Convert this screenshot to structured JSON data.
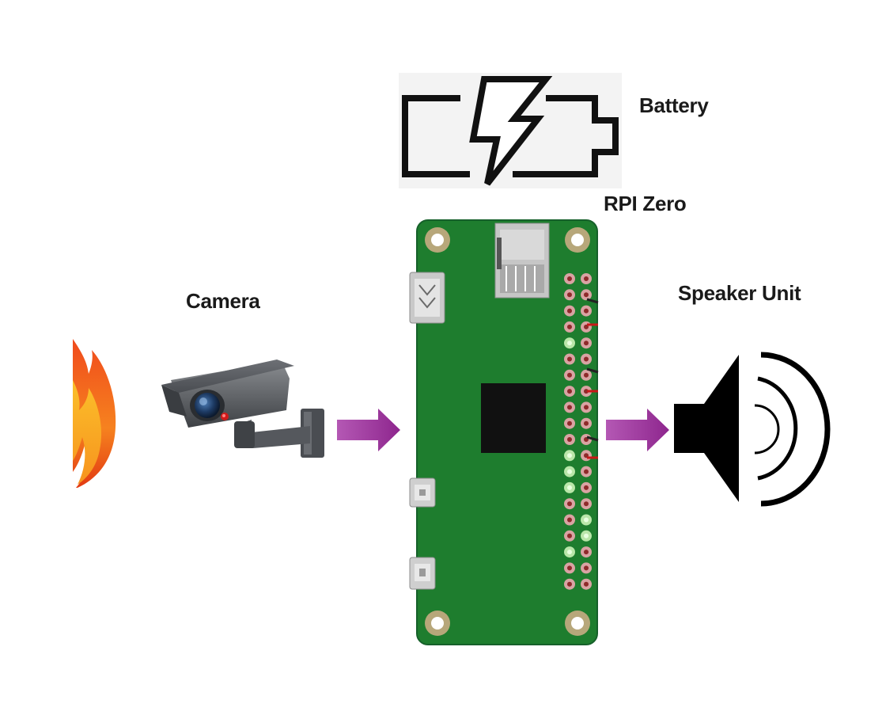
{
  "diagram": {
    "title": "",
    "nodes": [
      {
        "id": "flame",
        "label": "",
        "icon": "flame-icon"
      },
      {
        "id": "camera",
        "label": "Camera",
        "icon": "security-camera-icon"
      },
      {
        "id": "battery",
        "label": "Battery",
        "icon": "battery-charging-icon"
      },
      {
        "id": "rpi",
        "label": "RPI Zero",
        "icon": "raspberry-pi-zero-board"
      },
      {
        "id": "speaker",
        "label": "Speaker Unit",
        "icon": "speaker-icon"
      }
    ],
    "edges": [
      {
        "from": "camera",
        "to": "rpi",
        "style": "arrow",
        "color": "#9b2b9b"
      },
      {
        "from": "rpi",
        "to": "speaker",
        "style": "arrow",
        "color": "#9b2b9b"
      }
    ]
  },
  "labels": {
    "battery": "Battery",
    "rpi": "RPI Zero",
    "camera": "Camera",
    "speaker": "Speaker Unit"
  },
  "colors": {
    "arrow": "#9b2b9b",
    "board": "#1e7d2e",
    "board_edge": "#16602a",
    "chip": "#111111",
    "flame_outer": "#ea3b1b",
    "flame_inner": "#f9a21c"
  },
  "board": {
    "header_pin_rows": 20,
    "header_pin_cols": 2
  }
}
